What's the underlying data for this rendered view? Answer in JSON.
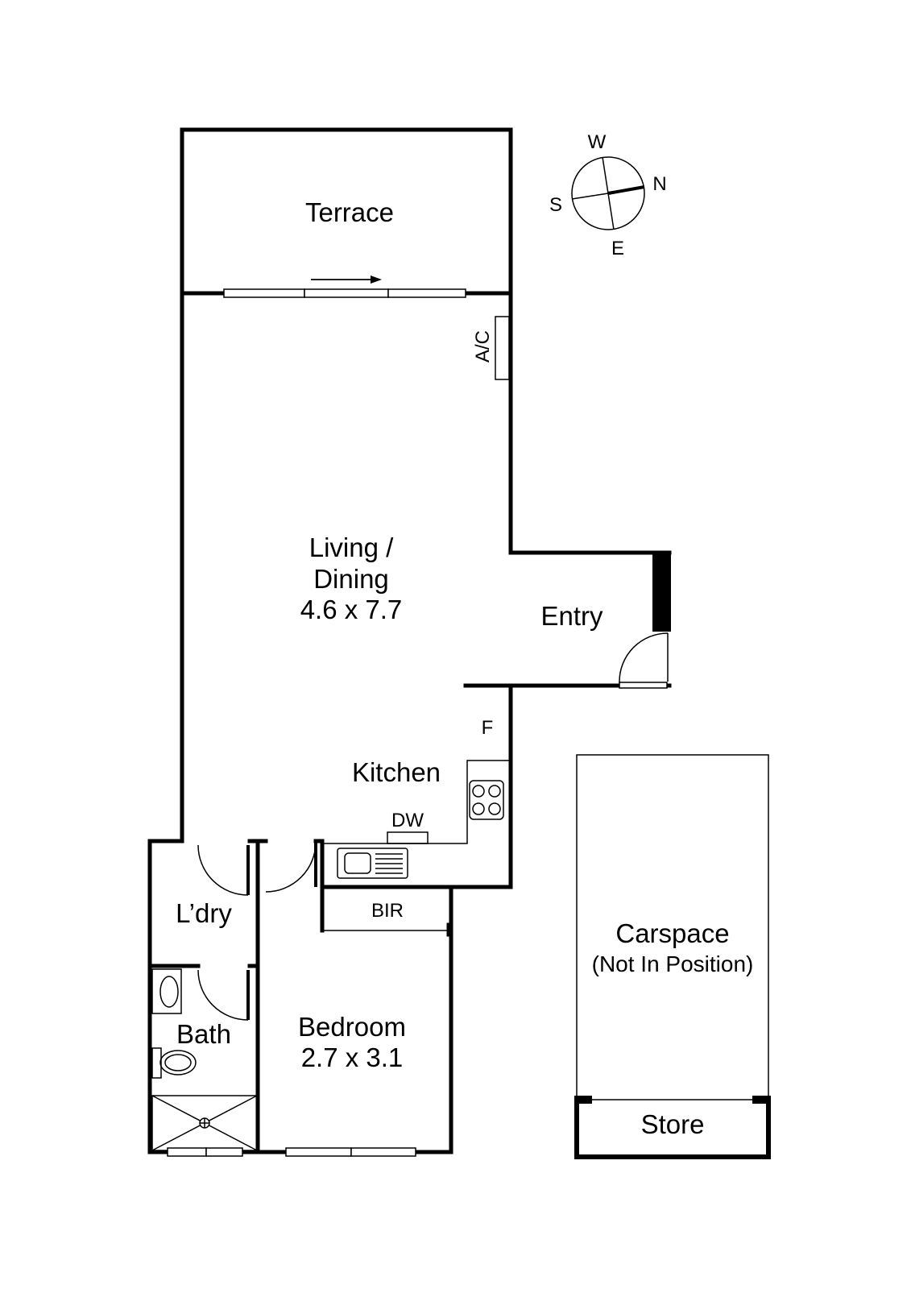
{
  "compass": {
    "north": "N",
    "south": "S",
    "east": "E",
    "west": "W"
  },
  "rooms": {
    "terrace": "Terrace",
    "living_line1": "Living /",
    "living_line2": "Dining",
    "living_dims": "4.6 x 7.7",
    "entry": "Entry",
    "kitchen": "Kitchen",
    "laundry": "L’dry",
    "bath": "Bath",
    "bedroom": "Bedroom",
    "bedroom_dims": "2.7 x 3.1",
    "carspace": "Carspace",
    "carspace_note": "(Not In Position)",
    "store": "Store"
  },
  "fixtures": {
    "air_conditioner": "A/C",
    "fridge": "F",
    "dishwasher": "DW",
    "built_in_robe": "BIR"
  }
}
